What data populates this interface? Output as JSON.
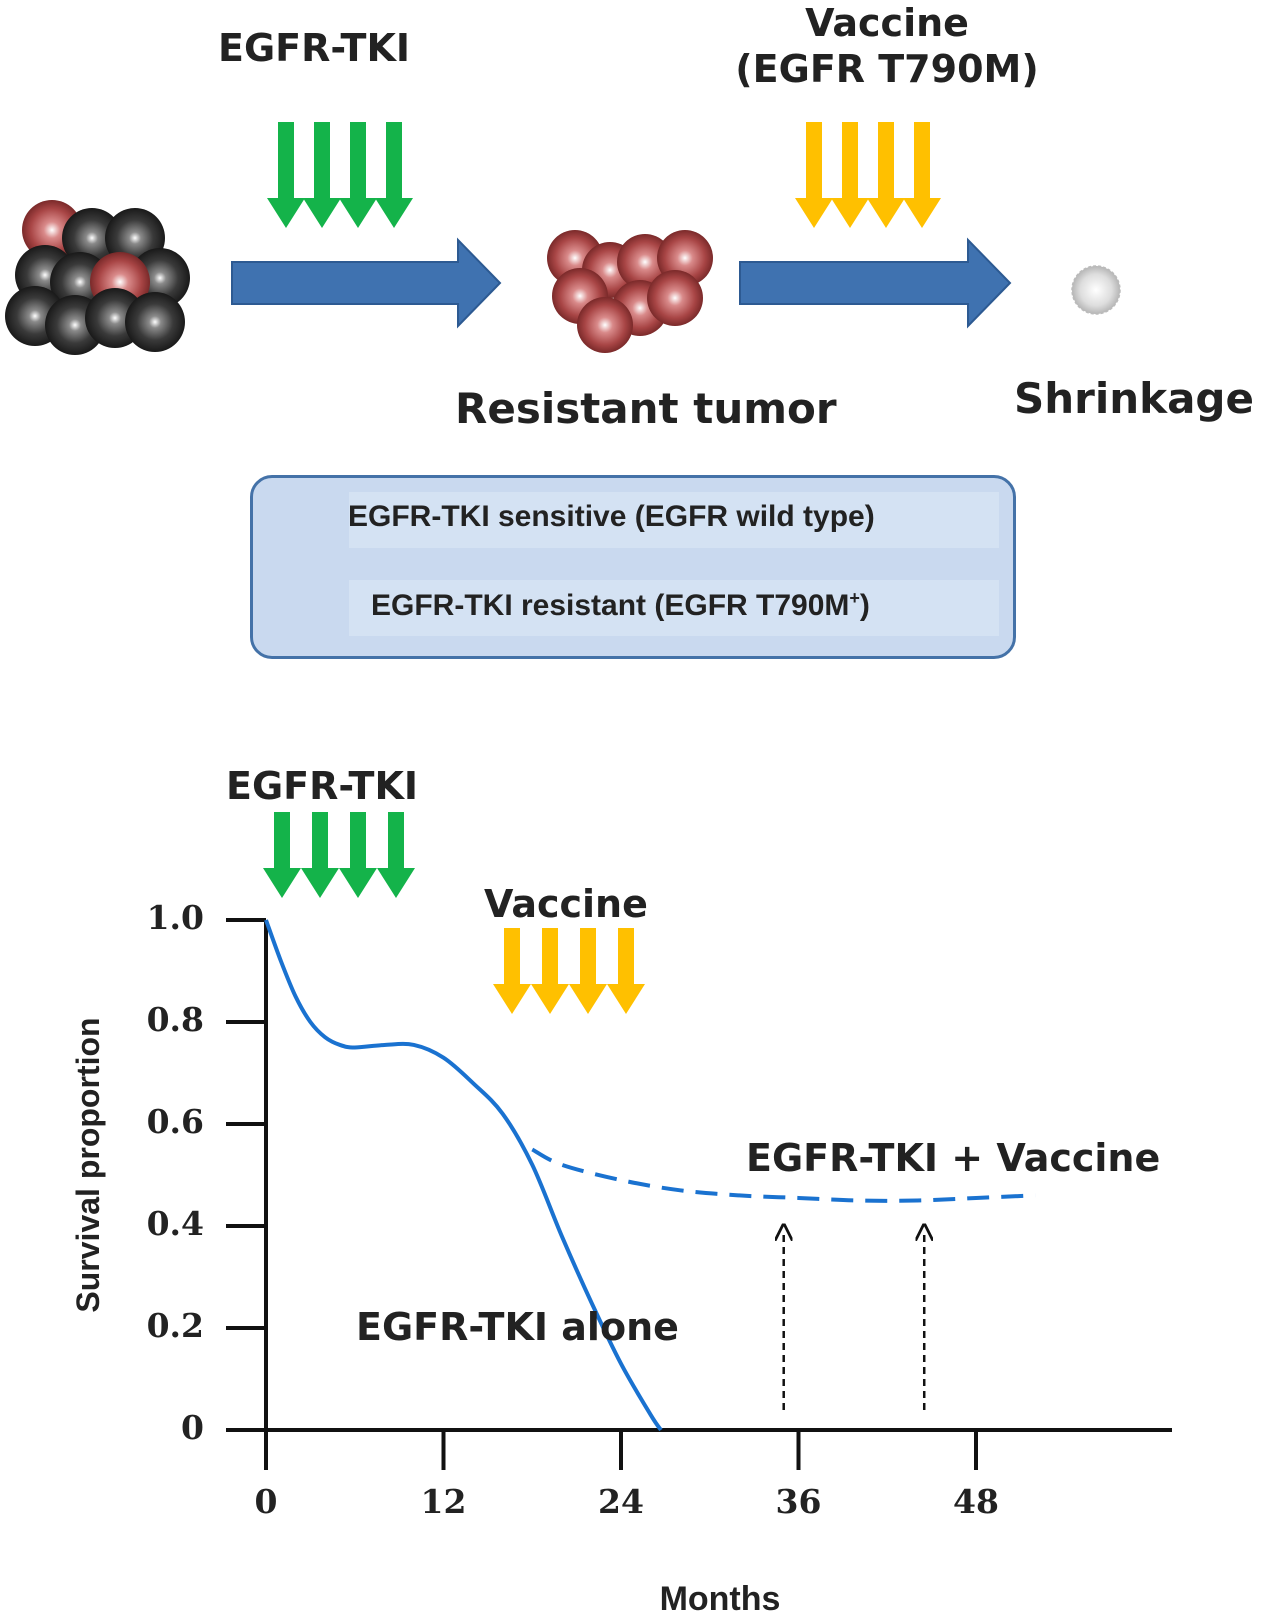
{
  "top": {
    "tki_label": "EGFR-TKI",
    "vaccine_label_line1": "Vaccine",
    "vaccine_label_line2": "(EGFR T790M)",
    "resistant_label": "Resistant tumor",
    "shrinkage_label": "Shrinkage"
  },
  "legend": {
    "sensitive": "EGFR-TKI sensitive (EGFR wild type)",
    "resistant": "EGFR-TKI resistant (EGFR T790M",
    "resistant_sup": "+",
    "resistant_close": ")"
  },
  "colors": {
    "green": "#14b34a",
    "orange": "#ffc000",
    "blue_arrow": "#3f72b0",
    "curve": "#1a72d0",
    "dark_cell": "#333333",
    "red_cell": "#a13d3d"
  },
  "bottom": {
    "tki_label": "EGFR-TKI",
    "vaccine_label": "Vaccine"
  },
  "chart_data": {
    "type": "line",
    "xlabel": "Months",
    "ylabel": "Survival proportion",
    "xlim": [
      0,
      54
    ],
    "ylim": [
      0,
      1.0
    ],
    "xticks": [
      "0",
      "12",
      "24",
      "36",
      "48"
    ],
    "yticks": [
      "0",
      "0.2",
      "0.4",
      "0.6",
      "0.8",
      "1.0"
    ],
    "series": [
      {
        "name": "EGFR-TKI alone",
        "style": "solid",
        "x": [
          0,
          1,
          2,
          3,
          4,
          5,
          6,
          8,
          10,
          12,
          14,
          16,
          18,
          20,
          22,
          24,
          26,
          26.7
        ],
        "y": [
          1.0,
          0.92,
          0.85,
          0.8,
          0.77,
          0.755,
          0.75,
          0.755,
          0.755,
          0.73,
          0.68,
          0.62,
          0.52,
          0.38,
          0.25,
          0.13,
          0.03,
          0.0
        ]
      },
      {
        "name": "EGFR-TKI + Vaccine",
        "style": "dashed",
        "x": [
          18,
          20,
          24,
          28,
          32,
          36,
          40,
          44,
          48,
          52
        ],
        "y": [
          0.55,
          0.52,
          0.49,
          0.47,
          0.46,
          0.455,
          0.45,
          0.45,
          0.455,
          0.46
        ]
      }
    ],
    "annotation_arrows_x": [
      35,
      44.5
    ]
  }
}
